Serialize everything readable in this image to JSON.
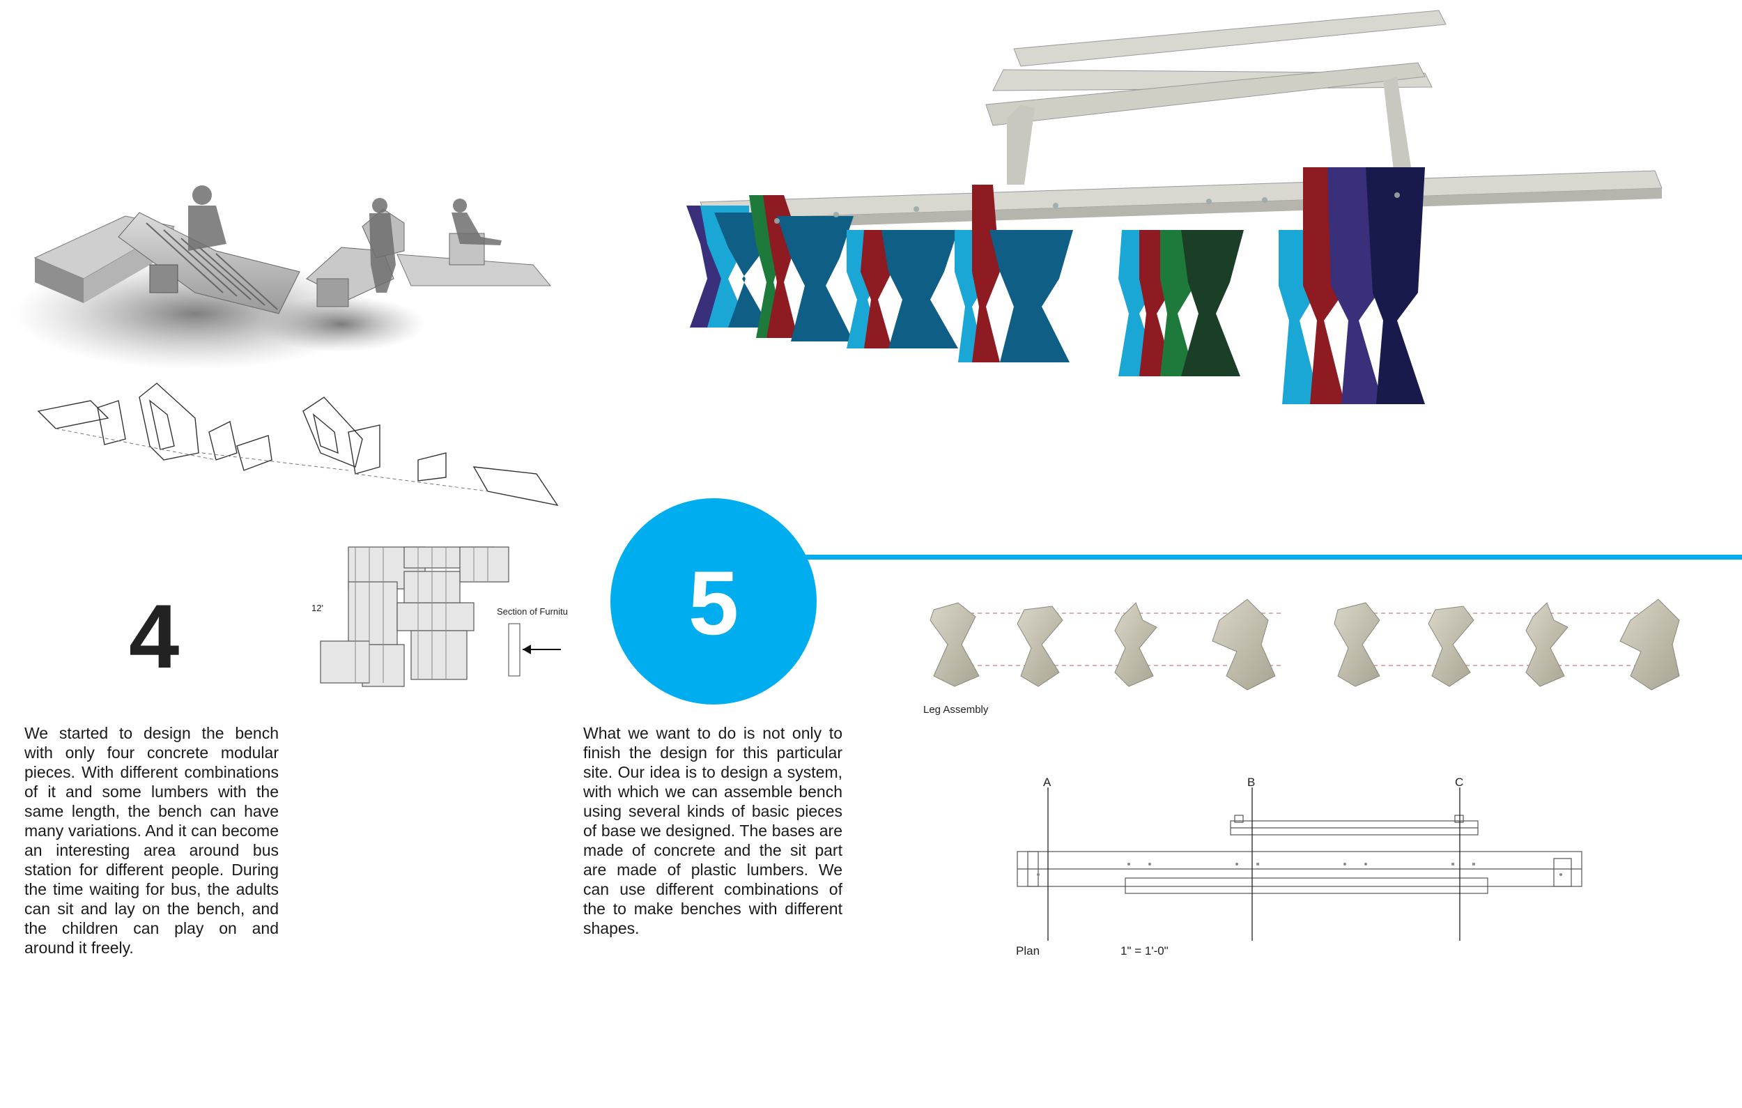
{
  "section4": {
    "number": "4",
    "paragraph": "We started to design the bench with only four concrete modular pieces. With different combinations of it and some lumbers with the same length, the bench can have many variations. And it can become an interesting area around bus station for different people. During the time waiting for bus, the adults can sit and lay on the bench, and the children can play on and around it freely."
  },
  "section_drawing": {
    "dimension_label": "12'",
    "section_label": "Section of Furnitu"
  },
  "section5": {
    "number": "5",
    "paragraph": "What we want to do is not only to finish the design for this particular site. Our idea is to design a system, with which we can assemble bench using several kinds of basic pieces of base we designed. The bases are made of concrete and the sit part are made of plastic lumbers. We can use different combinations of the to make benches with different shapes."
  },
  "leg_assembly": {
    "caption": "Leg Assembly"
  },
  "plan": {
    "markers": [
      "A",
      "B",
      "C"
    ],
    "label": "Plan",
    "scale": "1\" = 1'-0\""
  },
  "colors": {
    "accent_blue": "#00aeef",
    "bench_cyan": "#1aa7d6",
    "bench_teal": "#0f5e85",
    "bench_red": "#8e1b22",
    "bench_green": "#1e7a3b",
    "bench_navy": "#171a4a",
    "lumber": "#d8d8d0"
  }
}
